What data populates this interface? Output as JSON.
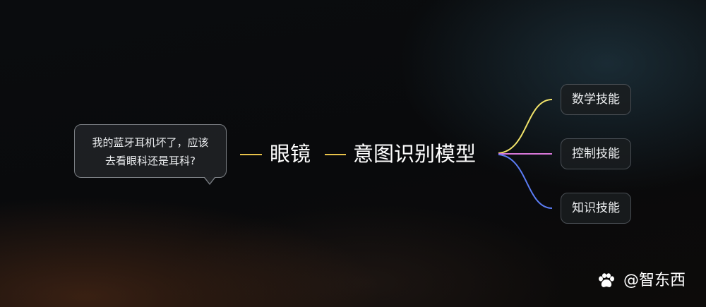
{
  "diagram": {
    "bubble": {
      "line1": "我的蓝牙耳机坏了，应该",
      "line2": "去看眼科还是耳科?"
    },
    "nodes": {
      "glasses": "眼镜",
      "intent_model": "意图识别模型"
    },
    "skills": [
      {
        "label": "数学技能",
        "color": "#f1e36a"
      },
      {
        "label": "控制技能",
        "color": "#d777d8"
      },
      {
        "label": "知识技能",
        "color": "#5b7cf4"
      }
    ],
    "connector_color": "#e8c24a"
  },
  "watermark": {
    "handle": "@智东西"
  }
}
